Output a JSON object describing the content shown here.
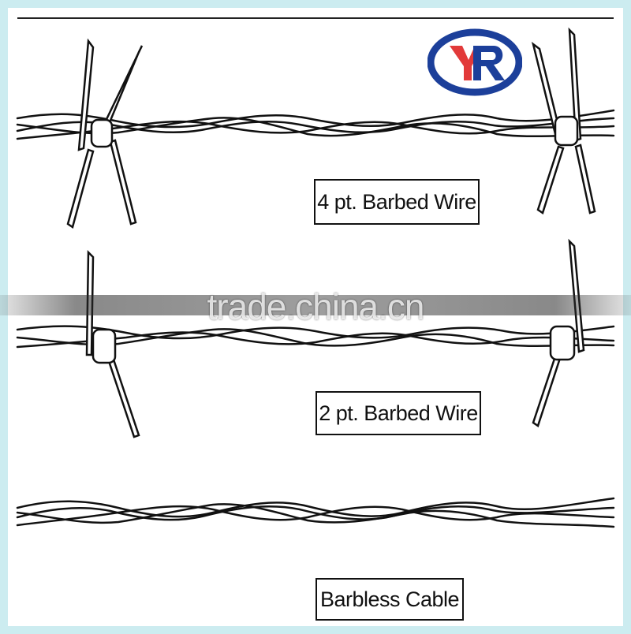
{
  "labels": {
    "four_point": "4 pt. Barbed Wire",
    "two_point": "2 pt. Barbed Wire",
    "barbless": "Barbless Cable"
  },
  "watermark": "trade.china.cn",
  "logo": {
    "icon": "yr-logo-icon",
    "letters": "YR",
    "ring_color": "#1c3f9a",
    "letter_color": "#e23a3a"
  }
}
